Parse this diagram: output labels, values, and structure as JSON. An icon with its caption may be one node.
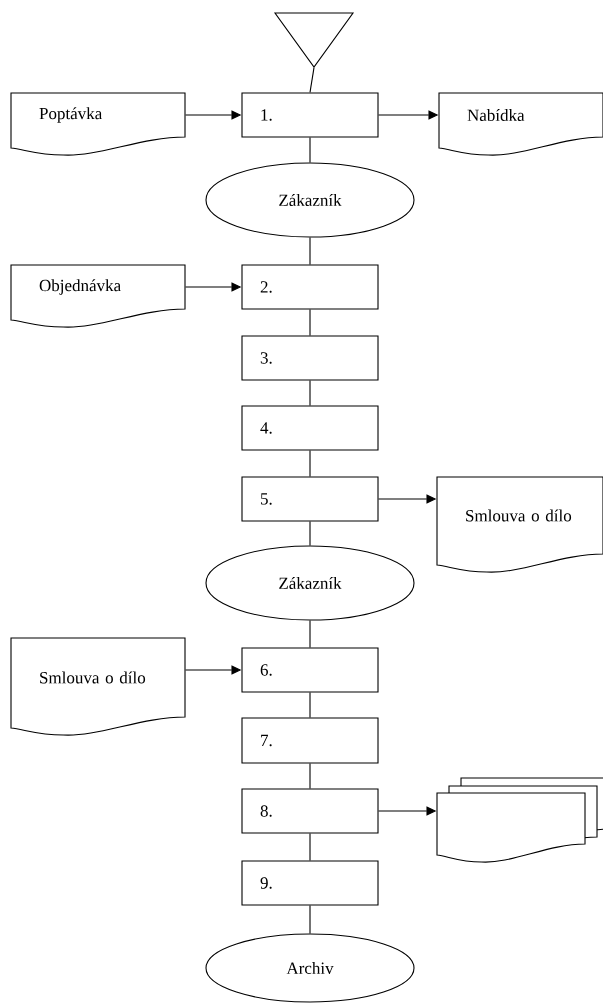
{
  "diagram": {
    "nodes": [
      {
        "text": [],
        "shape": "triangle"
      },
      {
        "text": [
          "Poptávka"
        ]
      },
      {
        "text": [
          "1."
        ]
      },
      {
        "text": [
          "Nabídka"
        ]
      },
      {
        "text": [
          "Zákazník"
        ]
      },
      {
        "text": [
          "Objednávka"
        ]
      },
      {
        "text": [
          "2."
        ]
      },
      {
        "text": [
          "3."
        ]
      },
      {
        "text": [
          "4."
        ]
      },
      {
        "text": [
          "5."
        ]
      },
      {
        "text": [
          "Smlouva o dílo"
        ]
      },
      {
        "text": [
          "Zákazník"
        ]
      },
      {
        "text": [
          "Smlouva o dílo"
        ]
      },
      {
        "text": [
          "6."
        ]
      },
      {
        "text": [
          "7."
        ]
      },
      {
        "text": [
          "8."
        ]
      },
      {
        "text": [],
        "shape": "document"
      },
      {
        "text": [
          "9."
        ]
      },
      {
        "text": [
          "Archiv"
        ]
      }
    ],
    "edges": [
      {
        "from": 0,
        "to": 2,
        "arrow": "none"
      },
      {
        "from": 1,
        "to": 2,
        "arrow": "to"
      },
      {
        "from": 2,
        "to": 3,
        "arrow": "to"
      },
      {
        "from": 2,
        "to": 4,
        "arrow": "none"
      },
      {
        "from": 4,
        "to": 6,
        "arrow": "none"
      },
      {
        "from": 5,
        "to": 6,
        "arrow": "to"
      },
      {
        "from": 6,
        "to": 7,
        "arrow": "none"
      },
      {
        "from": 7,
        "to": 8,
        "arrow": "none"
      },
      {
        "from": 8,
        "to": 9,
        "arrow": "none"
      },
      {
        "from": 9,
        "to": 10,
        "arrow": "to"
      },
      {
        "from": 9,
        "to": 11,
        "arrow": "none"
      },
      {
        "from": 11,
        "to": 13,
        "arrow": "none"
      },
      {
        "from": 12,
        "to": 13,
        "arrow": "to"
      },
      {
        "from": 13,
        "to": 14,
        "arrow": "none"
      },
      {
        "from": 14,
        "to": 15,
        "arrow": "none"
      },
      {
        "from": 15,
        "to": 16,
        "arrow": "to"
      },
      {
        "from": 15,
        "to": 17,
        "arrow": "none"
      },
      {
        "from": 17,
        "to": 18,
        "arrow": "none"
      }
    ]
  }
}
